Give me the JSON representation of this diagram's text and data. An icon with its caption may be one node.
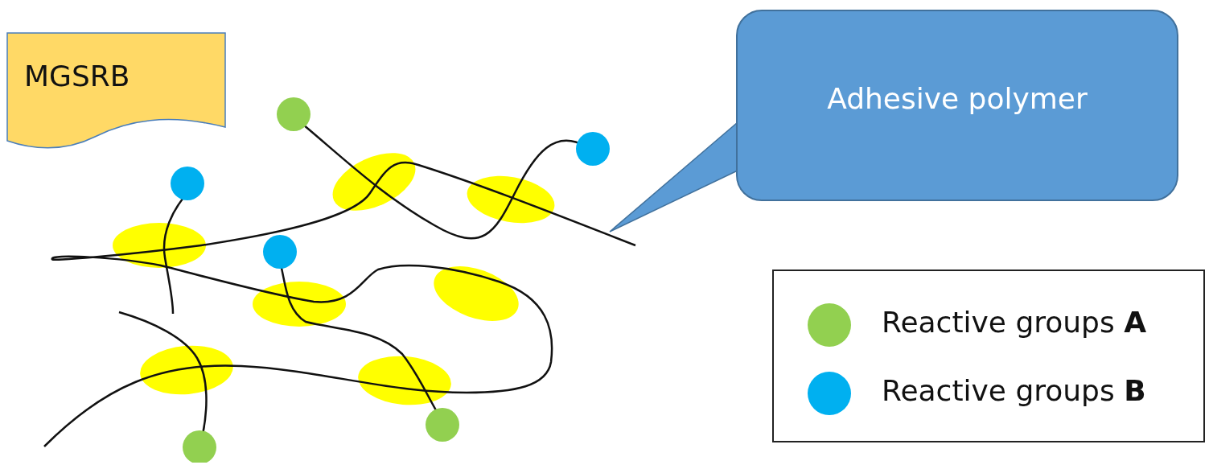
{
  "diagram": {
    "nodes": [
      {
        "text": [
          "MGSRB"
        ]
      },
      {
        "text": [
          "Adhesive polymer"
        ]
      },
      {
        "text": [],
        "shape": "picture"
      }
    ],
    "edges": [
      {
        "from": 1,
        "to": 2,
        "arrow": "none"
      }
    ],
    "legend": [
      {
        "text": "Reactive groups **A**",
        "color": "#92d050"
      },
      {
        "text": "Reactive groups **B**",
        "color": "#00b0f0"
      }
    ]
  }
}
